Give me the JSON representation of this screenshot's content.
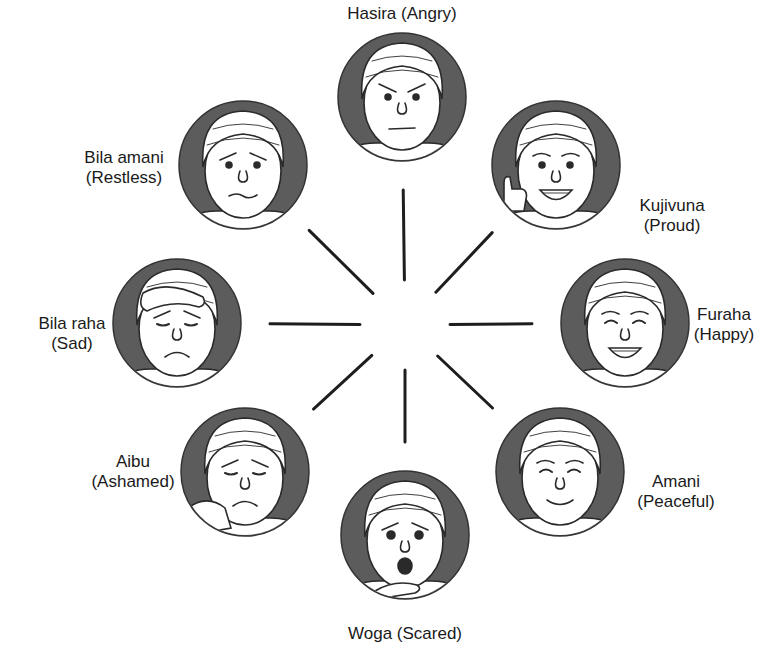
{
  "diagram": {
    "nodes": [
      {
        "text": [
          "Hasira (Angry)"
        ]
      },
      {
        "text": [
          "Kujivuna (Proud)"
        ]
      },
      {
        "text": [
          "Furaha (Happy)"
        ]
      },
      {
        "text": [
          "Amani (Peaceful)"
        ]
      },
      {
        "text": [
          "Woga (Scared)"
        ]
      },
      {
        "text": [
          "Aibu (Ashamed)"
        ]
      },
      {
        "text": [
          "Bila raha (Sad)"
        ]
      },
      {
        "text": [
          "Bila amani (Restless)"
        ]
      }
    ]
  }
}
